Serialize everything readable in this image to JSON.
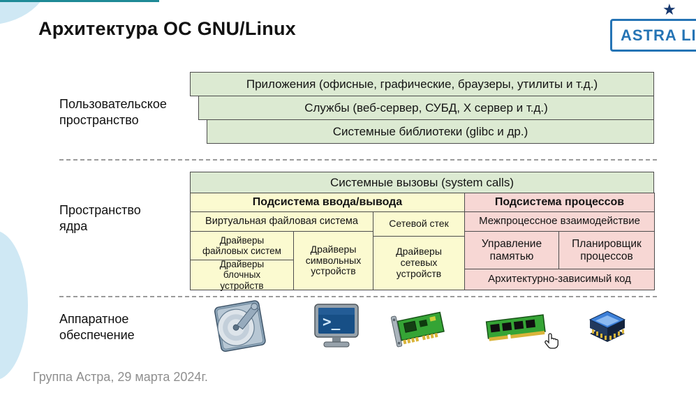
{
  "header": {
    "title": "Архитектура ОС GNU/Linux",
    "logo": {
      "text": "ASTRA LIN",
      "star": "★"
    }
  },
  "side_labels": {
    "user_space": "Пользовательское пространство",
    "kernel_space": "Пространство ядра",
    "hardware": "Аппаратное обеспечение"
  },
  "user_space": {
    "rows": [
      "Приложения (офисные, графические, браузеры, утилиты и т.д.)",
      "Службы (веб-сервер, СУБД, X сервер и т.д.)",
      "Системные библиотеки (glibc и др.)"
    ]
  },
  "kernel": {
    "syscalls": "Системные вызовы (system calls)",
    "io": {
      "header": "Подсистема ввода/вывода",
      "vfs": "Виртуальная файловая система",
      "net_stack": "Сетевой стек",
      "fs_drivers": "Драйверы файловых систем",
      "block_drivers": "Драйверы блочных устройств",
      "char_drivers": "Драйверы символьных устройств",
      "net_drivers": "Драйверы сетевых устройств"
    },
    "proc": {
      "header": "Подсистема процессов",
      "ipc": "Межпроцессное взаимодействие",
      "memory": "Управление памятью",
      "scheduler": "Планировщик процессов",
      "arch": "Архитектурно-зависимый код"
    }
  },
  "hardware": {
    "icons": [
      "hdd-icon",
      "terminal-icon",
      "network-card-icon",
      "ram-icon",
      "cpu-chip-icon"
    ],
    "terminal_prompt": ">_"
  },
  "footer": {
    "text": "Группа Астра, 29 марта 2024г."
  },
  "colors": {
    "row_green": "#dcead2",
    "io_yellow": "#fbfad0",
    "proc_pink": "#f7d7d4",
    "logo_blue": "#2574b5",
    "decor_blue": "#cfe8f4",
    "teal_line": "#1f8a96"
  }
}
